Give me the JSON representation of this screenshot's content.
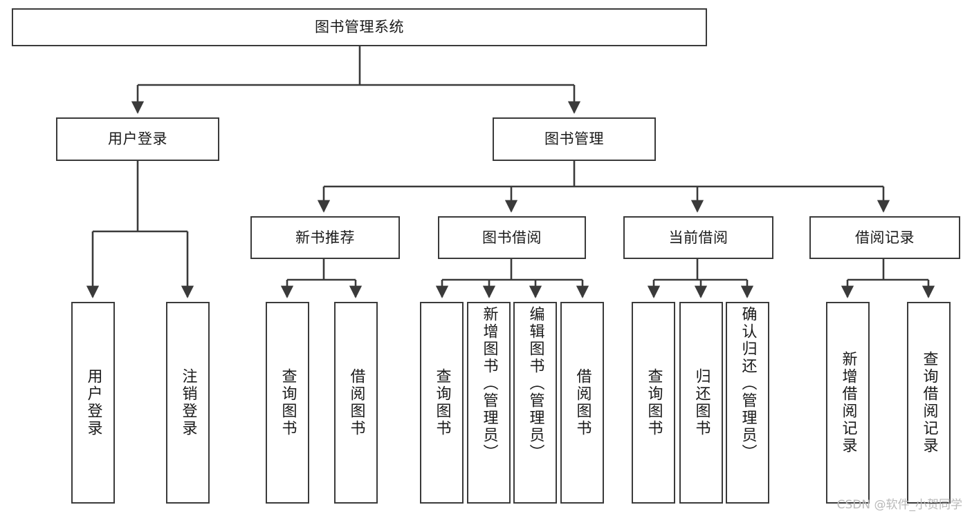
{
  "diagram": {
    "type": "tree-hierarchy",
    "title": "图书管理系统",
    "orientation": "top-down",
    "watermark": "CSDN @软件_小贺同学",
    "colors": {
      "background": "#ffffff",
      "box_border": "#3a3a3a",
      "box_fill": "#ffffff",
      "edge": "#3a3a3a",
      "text": "#1a1a1a",
      "watermark": "#b9b9b9"
    },
    "nodes": {
      "root": {
        "label": "图书管理系统",
        "level": 1
      },
      "level2": [
        {
          "label": "用户登录"
        },
        {
          "label": "图书管理"
        }
      ],
      "level3": [
        {
          "label": "新书推荐"
        },
        {
          "label": "图书借阅"
        },
        {
          "label": "当前借阅"
        },
        {
          "label": "借阅记录"
        }
      ],
      "leaves_user_login": [
        {
          "label": "用户登录"
        },
        {
          "label": "注销登录"
        }
      ],
      "leaves_new_book": [
        {
          "label": "查询图书"
        },
        {
          "label": "借阅图书"
        }
      ],
      "leaves_borrow": [
        {
          "label": "查询图书"
        },
        {
          "label": "新增图书（管理员）"
        },
        {
          "label": "编辑图书（管理员）"
        },
        {
          "label": "借阅图书"
        }
      ],
      "leaves_current": [
        {
          "label": "查询图书"
        },
        {
          "label": "归还图书"
        },
        {
          "label": "确认归还（管理员）"
        }
      ],
      "leaves_records": [
        {
          "label": "新增借阅记录"
        },
        {
          "label": "查询借阅记录"
        }
      ]
    }
  }
}
